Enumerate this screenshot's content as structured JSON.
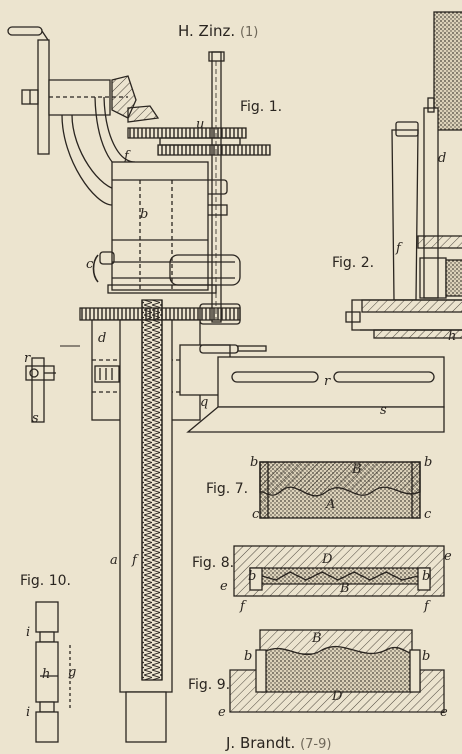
{
  "header": {
    "author": "H. Zinz.",
    "ref": "(1)"
  },
  "footer": {
    "author": "J. Brandt.",
    "ref": "(7-9)"
  },
  "figures": {
    "fig1": "Fig. 1.",
    "fig2": "Fig. 2.",
    "fig7": "Fig. 7.",
    "fig8": "Fig. 8.",
    "fig9": "Fig. 9.",
    "fig10": "Fig. 10."
  },
  "labels": {
    "u": "u",
    "f": "f",
    "b": "b",
    "c": "c",
    "d": "d",
    "r": "r",
    "s": "s",
    "q": "q",
    "a": "a",
    "h": "h",
    "i": "i",
    "g": "g",
    "e": "e",
    "B": "B",
    "A": "A",
    "D": "D"
  },
  "colors": {
    "paper": "#ece4cf",
    "ink": "#2a2520",
    "stipple": "#6b655a"
  }
}
